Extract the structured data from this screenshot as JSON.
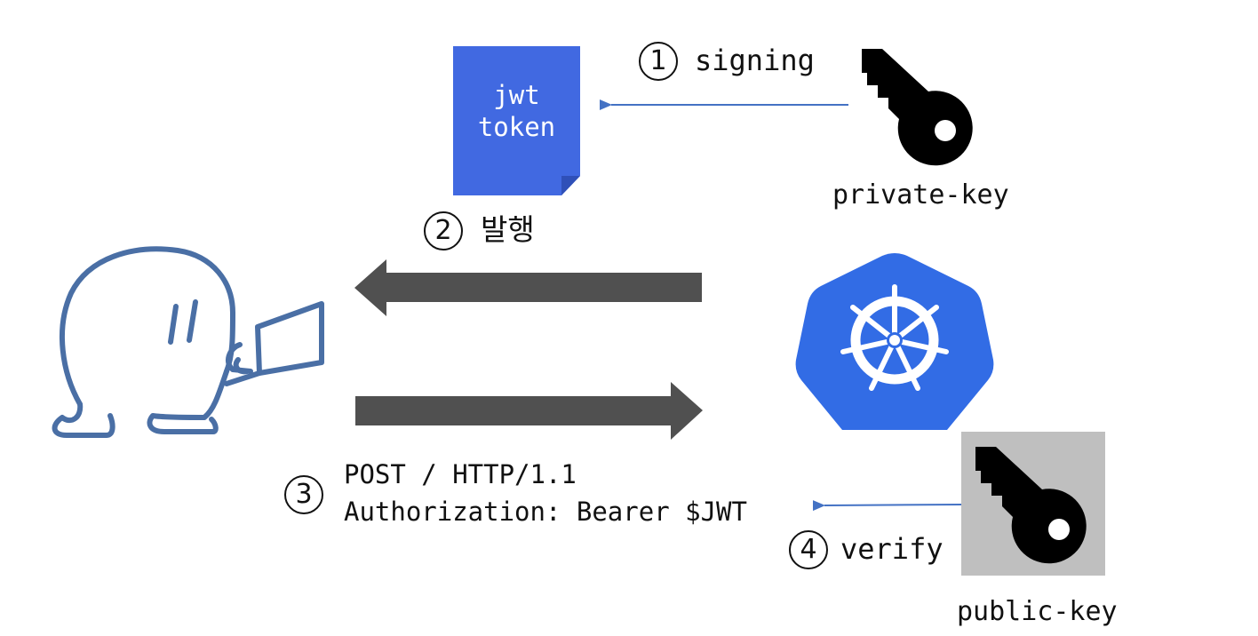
{
  "token": {
    "line1": "jwt",
    "line2": "token",
    "color": "#4169e1"
  },
  "step1": {
    "number": "1",
    "label": "signing"
  },
  "step2": {
    "number": "2",
    "label": "발행"
  },
  "step3": {
    "number": "3",
    "line1": "POST / HTTP/1.1",
    "line2": "Authorization: Bearer $JWT"
  },
  "step4": {
    "number": "4",
    "label": "verify"
  },
  "private_key": {
    "label": "private-key",
    "icon": "key-icon"
  },
  "public_key": {
    "label": "public-key",
    "icon": "key-icon",
    "background": "#bfbfbf"
  },
  "kubernetes": {
    "icon": "kubernetes-helm-icon",
    "color": "#326ce5"
  },
  "user": {
    "icon": "user-with-laptop-icon",
    "color": "#4a6fa5"
  },
  "colors": {
    "arrow": "#505050",
    "thin_arrow": "#4472c4"
  }
}
